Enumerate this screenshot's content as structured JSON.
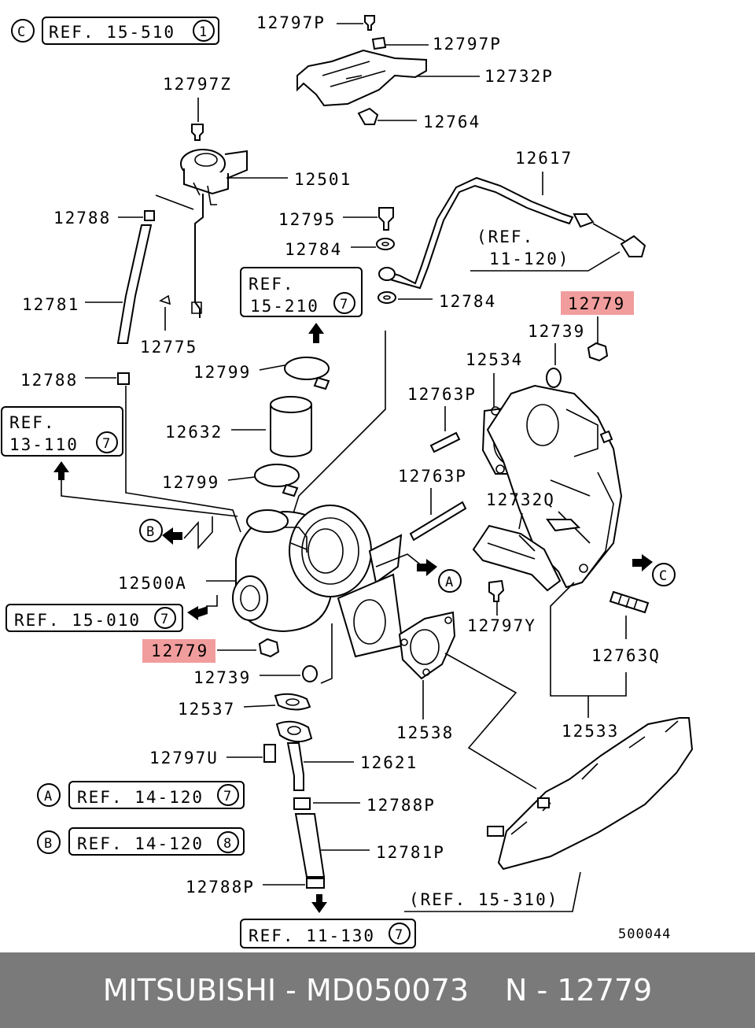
{
  "diagram": {
    "labels": {
      "ref_15_510": "REF. 15-510",
      "ref_15_510_circle": "1",
      "ref_15_510_letter": "C",
      "p12797p_a": "12797P",
      "p12797p_b": "12797P",
      "p12732p": "12732P",
      "p12764": "12764",
      "p12797z": "12797Z",
      "p12501": "12501",
      "p12617": "12617",
      "p12788_a": "12788",
      "p12795": "12795",
      "p12784_a": "12784",
      "ref_11_120": "(REF.",
      "ref_11_120b": "11-120)",
      "ref_15_210": "REF.",
      "ref_15_210b": "15-210",
      "ref_15_210_circle": "7",
      "p12784_b": "12784",
      "p12781": "12781",
      "p12775": "12775",
      "p12779_a": "12779",
      "p12739_a": "12739",
      "p12799_a": "12799",
      "p12534": "12534",
      "p12788_b": "12788",
      "p12763p_a": "12763P",
      "ref_13_110": "REF.",
      "ref_13_110b": "13-110",
      "ref_13_110_circle": "7",
      "p12632": "12632",
      "p12763p_b": "12763P",
      "p12799_b": "12799",
      "p12732q": "12732Q",
      "letter_b": "B",
      "letter_a": "A",
      "letter_c": "C",
      "p12500a": "12500A",
      "ref_15_010": "REF. 15-010",
      "ref_15_010_circle": "7",
      "p12797y": "12797Y",
      "p12779_b": "12779",
      "p12763q": "12763Q",
      "p12739_b": "12739",
      "p12537": "12537",
      "p12538": "12538",
      "p12533": "12533",
      "p12797u": "12797U",
      "p12621": "12621",
      "ref_14_120a": "REF. 14-120",
      "ref_14_120a_circle": "7",
      "ref_14_120a_letter": "A",
      "p12788p_a": "12788P",
      "ref_14_120b": "REF. 14-120",
      "ref_14_120b_circle": "8",
      "ref_14_120b_letter": "B",
      "p12781p": "12781P",
      "ref_15_310": "(REF. 15-310)",
      "p12788p_b": "12788P",
      "ref_11_130": "REF. 11-130",
      "ref_11_130_circle": "7",
      "code": "500044"
    },
    "highlight_color": "#f08c8c"
  },
  "footer": {
    "brand": "MITSUBISHI - MD050073",
    "part": "N - 12779",
    "background": "#7a7a7a"
  }
}
